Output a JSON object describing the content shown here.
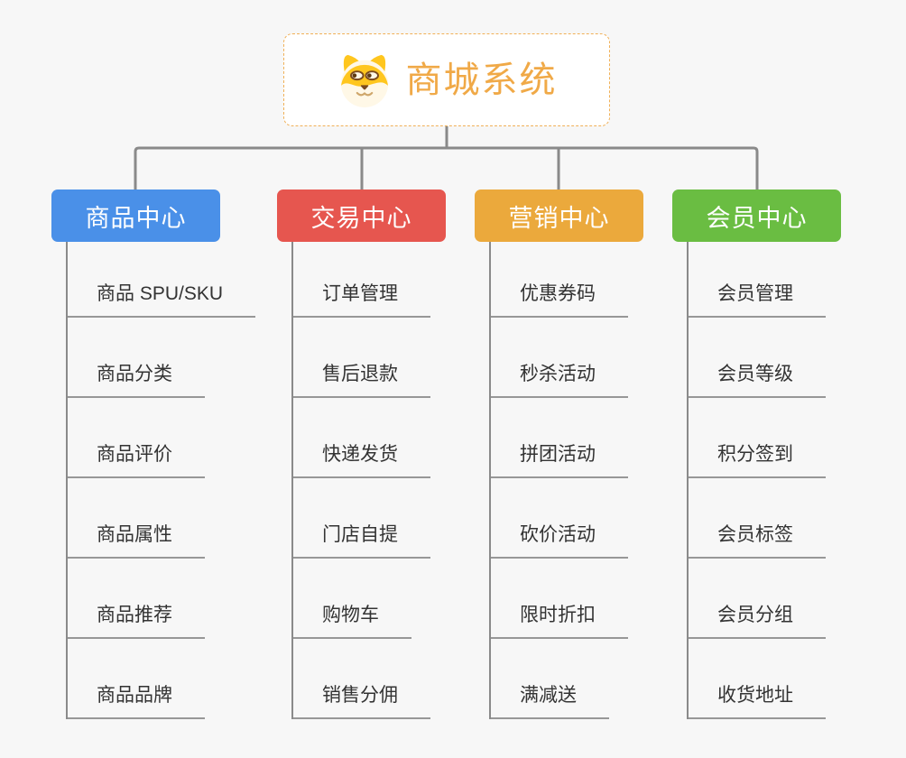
{
  "root": {
    "title": "商城系统",
    "icon": "shiba-dog-icon",
    "title_color": "#f0a947",
    "border_color": "#f0b057"
  },
  "branches": [
    {
      "label": "商品中心",
      "color": "#4a90e8",
      "children": [
        "商品 SPU/SKU",
        "商品分类",
        "商品评价",
        "商品属性",
        "商品推荐",
        "商品品牌"
      ]
    },
    {
      "label": "交易中心",
      "color": "#e6564f",
      "children": [
        "订单管理",
        "售后退款",
        "快递发货",
        "门店自提",
        "购物车",
        "销售分佣"
      ]
    },
    {
      "label": "营销中心",
      "color": "#eba93c",
      "children": [
        "优惠券码",
        "秒杀活动",
        "拼团活动",
        "砍价活动",
        "限时折扣",
        "满减送"
      ]
    },
    {
      "label": "会员中心",
      "color": "#6abd42",
      "children": [
        "会员管理",
        "会员等级",
        "积分签到",
        "会员标签",
        "会员分组",
        "收货地址"
      ]
    }
  ],
  "colors": {
    "background": "#f7f7f7",
    "connector_line": "#8a8a8a",
    "child_underline": "#979797",
    "child_text": "#333333"
  }
}
